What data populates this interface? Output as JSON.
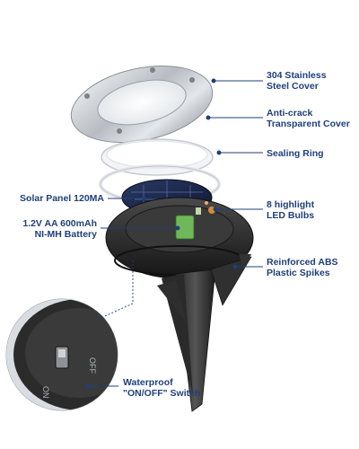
{
  "labels": {
    "steel_cover": [
      "304 Stainless",
      "Steel Cover"
    ],
    "transparent_cover": [
      "Anti-crack",
      "Transparent Cover"
    ],
    "sealing_ring": [
      "Sealing Ring"
    ],
    "solar_panel": [
      "Solar Panel 120MA"
    ],
    "led_bulbs": [
      "8 highlight",
      "LED Bulbs"
    ],
    "battery": [
      "1.2V AA 600mAh",
      "NI-MH Battery"
    ],
    "spikes": [
      "Reinforced ABS",
      "Plastic Spikes"
    ],
    "switch": [
      "Waterproof",
      "\"ON/OFF\" Switch"
    ],
    "switch_marks": {
      "on": "ON",
      "off": "OFF"
    }
  },
  "colors": {
    "label_text": "#1f3f7a",
    "leader_line": "#1f3f7a",
    "steel": "#c9cdd2",
    "housing": "#2b2b2b",
    "spike": "#3a3a3a",
    "battery": "#6fb85a"
  }
}
